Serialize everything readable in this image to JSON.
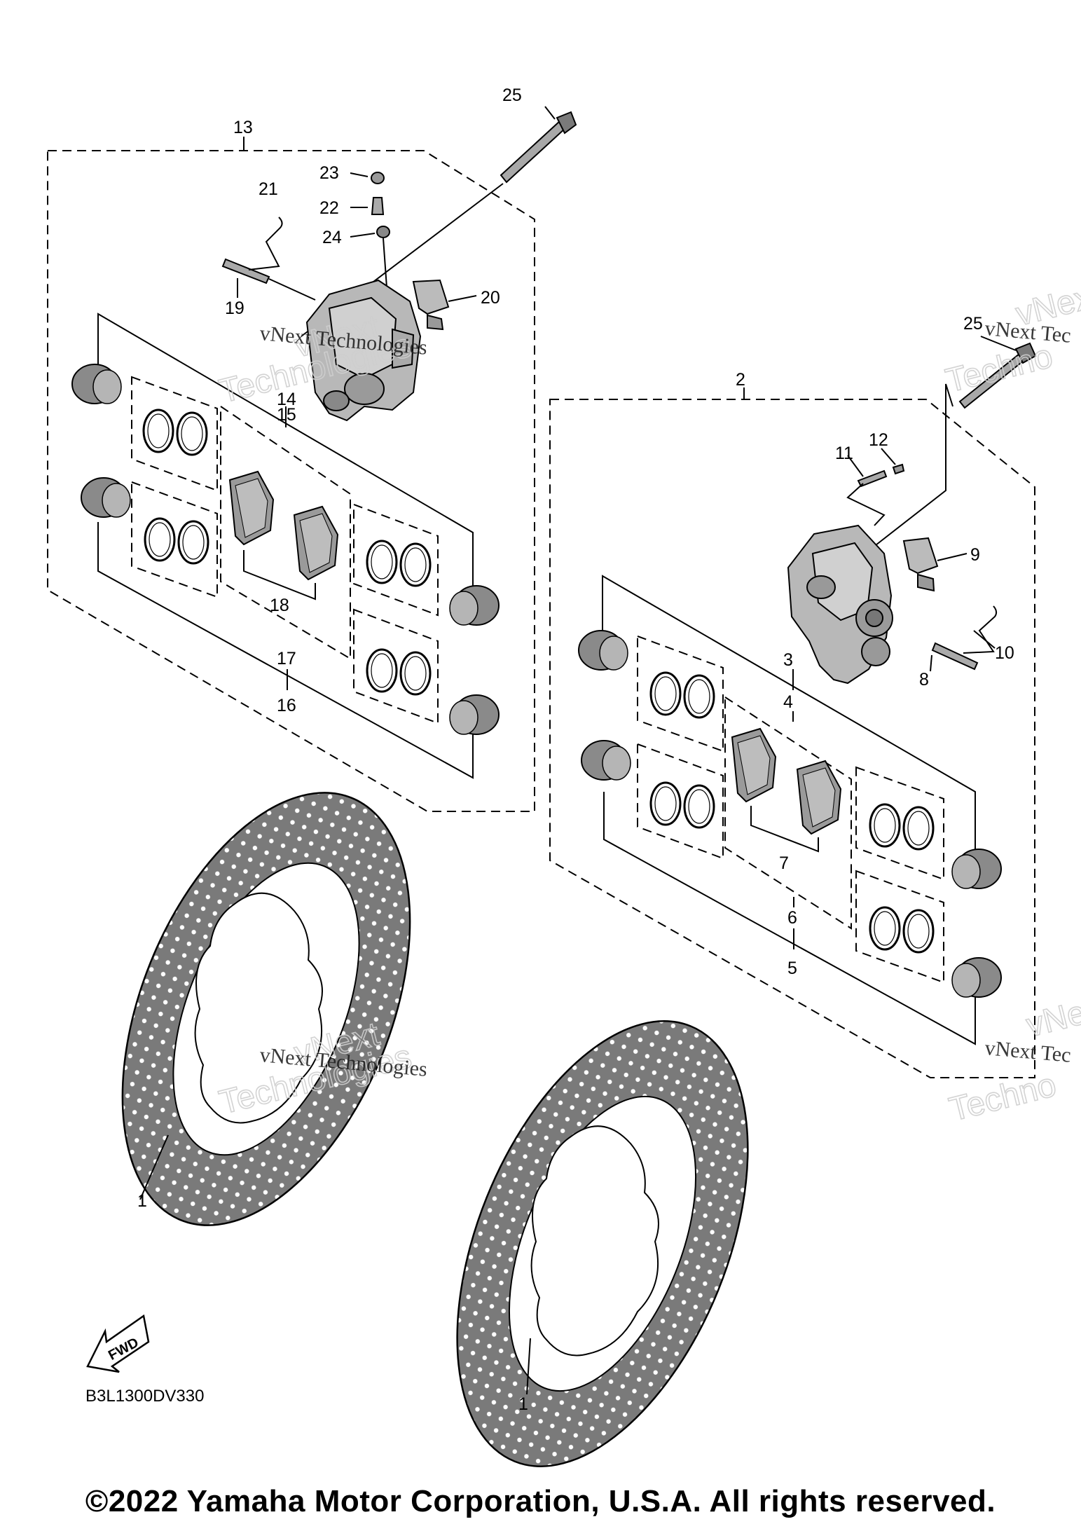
{
  "diagram": {
    "code": "B3L1300DV330",
    "fwd_label": "FWD",
    "copyright": "©2022 Yamaha Motor Corporation, U.S.A. All rights reserved.",
    "watermark_line1": "vNext Technologies",
    "watermark_line2": "vNext",
    "watermark_line3": "Technologies",
    "watermark_short": "vNext Tec",
    "watermark_short2": "Techno",
    "callouts": {
      "c1a": "1",
      "c1b": "1",
      "c2": "2",
      "c3": "3",
      "c4": "4",
      "c5": "5",
      "c6": "6",
      "c7": "7",
      "c8": "8",
      "c9": "9",
      "c10": "10",
      "c11": "11",
      "c12": "12",
      "c13": "13",
      "c14": "14",
      "c15": "15",
      "c16": "16",
      "c17": "17",
      "c18": "18",
      "c19": "19",
      "c20": "20",
      "c21": "21",
      "c22": "22",
      "c23": "23",
      "c24": "24",
      "c25a": "25",
      "c25b": "25"
    }
  }
}
